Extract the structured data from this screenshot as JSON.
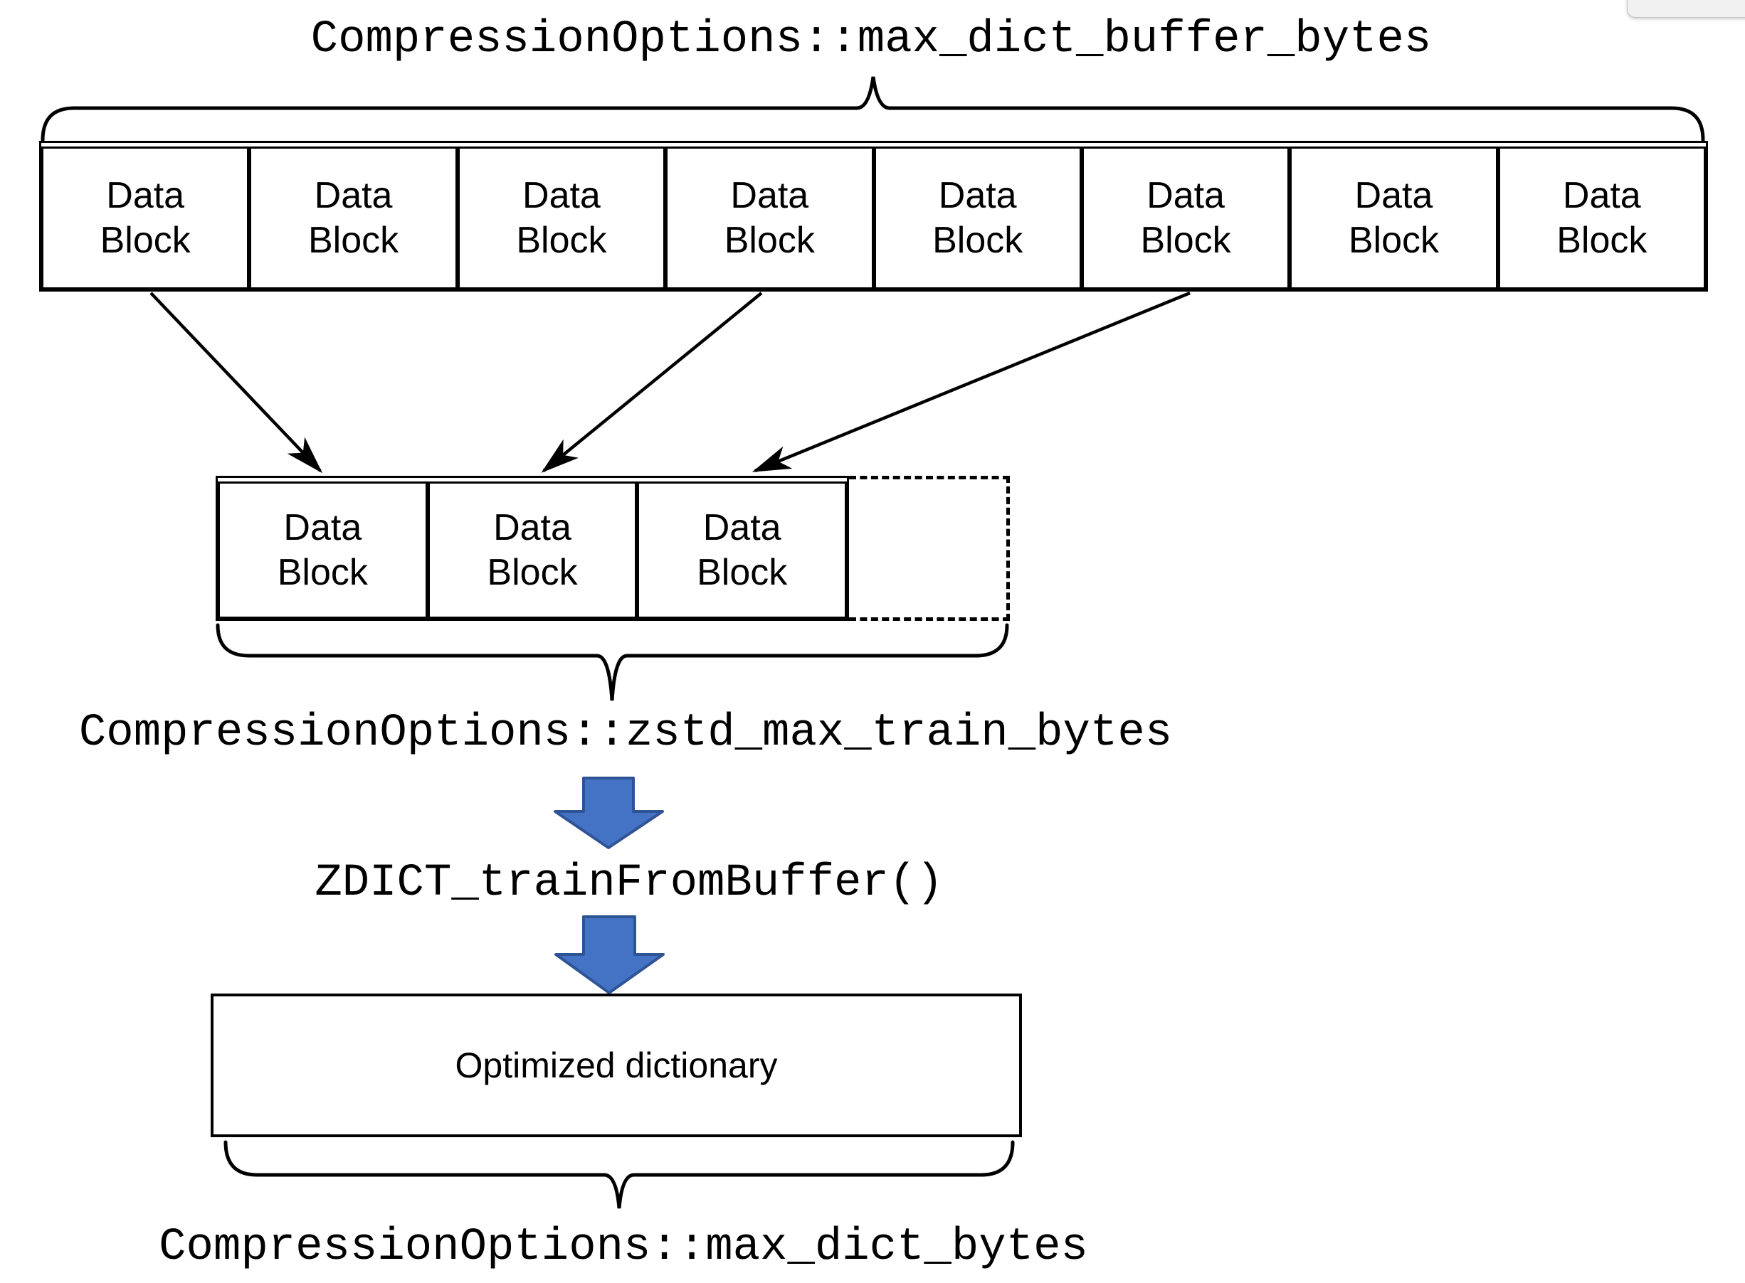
{
  "diagram": {
    "title": "CompressionOptions::max_dict_buffer_bytes",
    "buffer_row": {
      "blocks": [
        "Data Block",
        "Data Block",
        "Data Block",
        "Data Block",
        "Data Block",
        "Data Block",
        "Data Block",
        "Data Block"
      ]
    },
    "train_row": {
      "blocks": [
        "Data Block",
        "Data Block",
        "Data Block"
      ],
      "empty_slot": ""
    },
    "train_label": "CompressionOptions::zstd_max_train_bytes",
    "function_label": "ZDICT_trainFromBuffer()",
    "output_box_label": "Optimized dictionary",
    "output_label": "CompressionOptions::max_dict_bytes"
  },
  "colors": {
    "line": "#000000",
    "background": "#ffffff",
    "process_arrow_fill": "#4472c4",
    "process_arrow_stroke": "#2f5496",
    "chrome_fragment_fill": "#f1f1f2",
    "chrome_fragment_border": "#c2c2c5"
  }
}
